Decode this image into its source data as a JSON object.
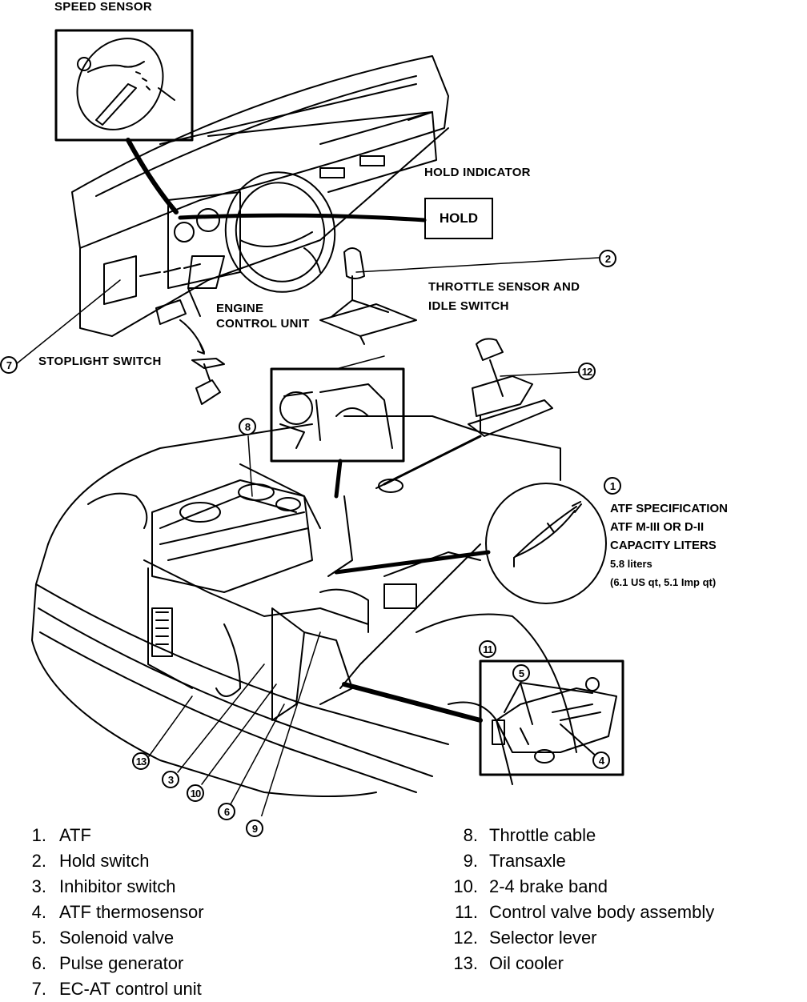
{
  "labels": {
    "speed_sensor": "SPEED SENSOR",
    "hold_indicator": "HOLD INDICATOR",
    "hold_box": "HOLD",
    "throttle_sensor_line1": "THROTTLE SENSOR AND",
    "throttle_sensor_line2": "IDLE SWITCH",
    "engine_control_line1": "ENGINE",
    "engine_control_line2": "CONTROL UNIT",
    "stoplight_switch": "STOPLIGHT SWITCH"
  },
  "atf_spec": {
    "callout": "1",
    "line1": "ATF SPECIFICATION",
    "line2": "ATF M-III OR D-II",
    "line3": "CAPACITY LITERS",
    "line4": "5.8 liters",
    "line5": "(6.1 US qt, 5.1 Imp qt)"
  },
  "callouts": {
    "c1": "1",
    "c2": "2",
    "c3": "3",
    "c4": "4",
    "c5": "5",
    "c6": "6",
    "c7": "7",
    "c8": "8",
    "c9": "9",
    "c10": "10",
    "c11": "11",
    "c12": "12",
    "c13": "13"
  },
  "legend": {
    "left": [
      {
        "num": "1.",
        "text": "ATF"
      },
      {
        "num": "2.",
        "text": "Hold switch"
      },
      {
        "num": "3.",
        "text": "Inhibitor switch"
      },
      {
        "num": "4.",
        "text": "ATF thermosensor"
      },
      {
        "num": "5.",
        "text": "Solenoid valve"
      },
      {
        "num": "6.",
        "text": "Pulse generator"
      },
      {
        "num": "7.",
        "text": "EC-AT control unit"
      }
    ],
    "right": [
      {
        "num": "8.",
        "text": "Throttle cable"
      },
      {
        "num": "9.",
        "text": "Transaxle"
      },
      {
        "num": "10.",
        "text": "2-4 brake band"
      },
      {
        "num": "11.",
        "text": "Control valve body assembly"
      },
      {
        "num": "12.",
        "text": "Selector lever"
      },
      {
        "num": "13.",
        "text": "Oil cooler"
      }
    ]
  }
}
